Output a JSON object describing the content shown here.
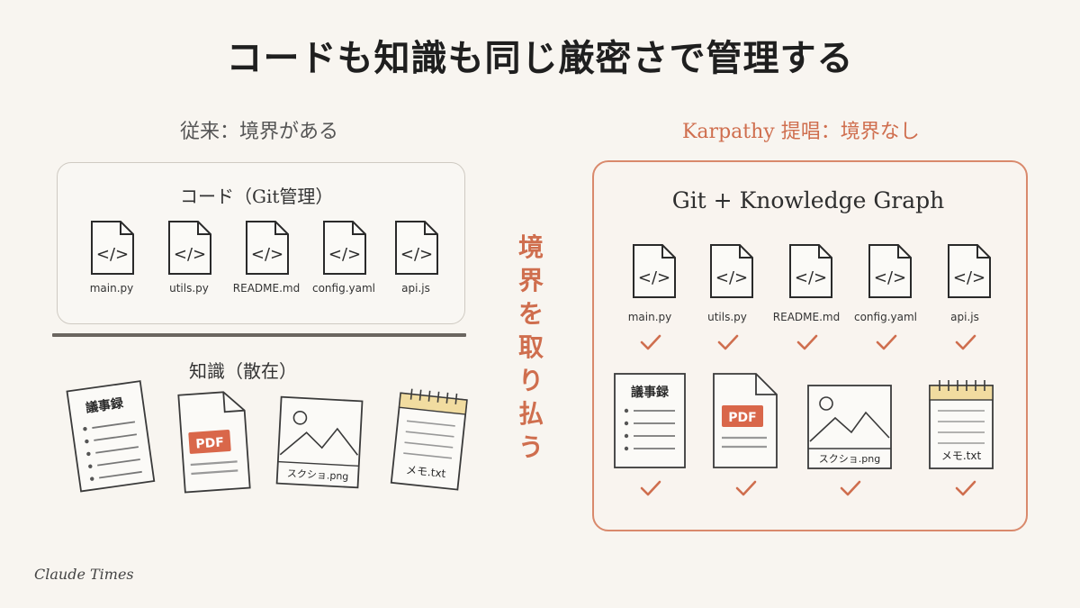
{
  "title": "コードも知識も同じ厳密さで管理する",
  "left": {
    "heading": "従来：境界がある",
    "code_box_title": "コード（Git管理）",
    "files": [
      "main.py",
      "utils.py",
      "README.md",
      "config.yaml",
      "api.js"
    ],
    "knowledge_title": "知識（散在）",
    "docs": {
      "minutes": "議事録",
      "pdf": "PDF",
      "screenshot": "スクショ.png",
      "memo": "メモ.txt"
    }
  },
  "center": {
    "text": [
      "境",
      "界",
      "を",
      "取",
      "り",
      "払",
      "う"
    ]
  },
  "right": {
    "heading": "Karpathy 提唱：境界なし",
    "box_title": "Git + Knowledge Graph",
    "files": [
      "main.py",
      "utils.py",
      "README.md",
      "config.yaml",
      "api.js"
    ],
    "docs": {
      "minutes": "議事録",
      "pdf": "PDF",
      "screenshot": "スクショ.png",
      "memo": "メモ.txt"
    }
  },
  "footer": "Claude Times",
  "colors": {
    "accent": "#cf6e4e",
    "pdf": "#d9674a",
    "background": "#f8f5f0",
    "ink": "#2a2a2a"
  }
}
